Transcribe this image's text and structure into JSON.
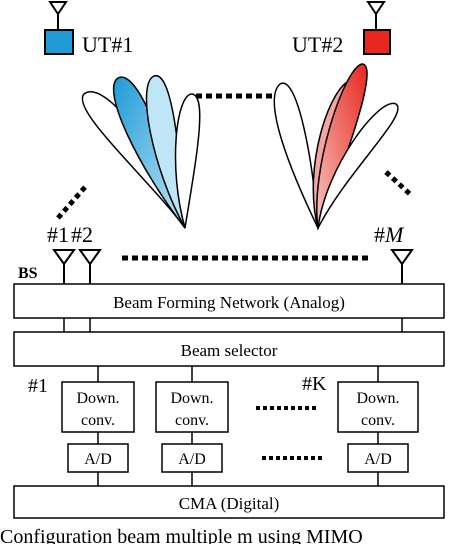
{
  "users": [
    {
      "label": "UT#1",
      "color": "#1f9ad6"
    },
    {
      "label": "UT#2",
      "color": "#e8281e"
    }
  ],
  "bs_label": "BS",
  "antenna_labels": {
    "first": "#1",
    "second": "#2",
    "last_prefix": "#",
    "last_var": "M"
  },
  "blocks": {
    "bfn": "Beam Forming Network (Analog)",
    "selector": "Beam selector",
    "cma": "CMA (Digital)"
  },
  "chains": {
    "first_label": "#1",
    "last_label": "#K",
    "down_conv_line1": "Down.",
    "down_conv_line2": "conv.",
    "adc": "A/D"
  },
  "caption": "Configuration  beam  multiple  m  using  MIMO"
}
